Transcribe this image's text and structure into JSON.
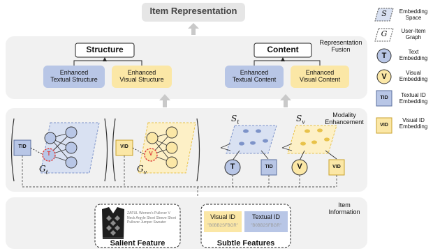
{
  "top": {
    "title": "Item Representation"
  },
  "fusion": {
    "section_label": "Representation\nFusion",
    "structure_label": "Structure",
    "content_label": "Content",
    "enh_text_struct": "Enhanced\nTextual Structure",
    "enh_vis_struct": "Enhanced\nVisual Structure",
    "enh_text_content": "Enhanced\nTextual Content",
    "enh_vis_content": "Enhanced\nVisual Content"
  },
  "modality": {
    "section_label": "Modality\nEnhancement",
    "tid": "TID",
    "vid": "VID",
    "t": "T",
    "v": "V",
    "g_t": "G",
    "g_t_sub": "t",
    "g_v": "G",
    "g_v_sub": "v",
    "s_t": "S",
    "s_t_sub": "t",
    "s_v": "S",
    "s_v_sub": "v"
  },
  "info": {
    "section_label": "Item\nInformation",
    "product_text": "ZAFUL Women's Pullover V Neck Argyle Short Sleeve Short Pullover Jumper Sweater",
    "salient_label": "Salient Feature",
    "subtle_label": "Subtle Features",
    "visual_id_label": "Visual ID",
    "textual_id_label": "Textual ID",
    "visual_id_value": "\"B0BB2SFBGR\"",
    "textual_id_value": "\"B0BB2SFBGR\""
  },
  "legend": [
    {
      "icon": "embedding-space-icon",
      "glyph": "S",
      "label": "Embedding\nSpace"
    },
    {
      "icon": "user-item-graph-icon",
      "glyph": "G",
      "label": "User-Item\nGraph"
    },
    {
      "icon": "text-embedding-icon",
      "glyph": "T",
      "label": "Text\nEmbedding"
    },
    {
      "icon": "visual-embedding-icon",
      "glyph": "V",
      "label": "Visual\nEmbedding"
    },
    {
      "icon": "textual-id-embedding-icon",
      "glyph": "TID",
      "label": "Textual ID\nEmbedding"
    },
    {
      "icon": "visual-id-embedding-icon",
      "glyph": "VID",
      "label": "Visual ID\nEmbedding"
    }
  ],
  "colors": {
    "blue_fill": "#b8c6e6",
    "blue_stroke": "#7d93c9",
    "yellow_fill": "#fbe7a6",
    "yellow_stroke": "#e8c24a",
    "panel": "#f1f1f1",
    "red": "#e03b3b",
    "grey_arrow": "#bfbfbf"
  }
}
